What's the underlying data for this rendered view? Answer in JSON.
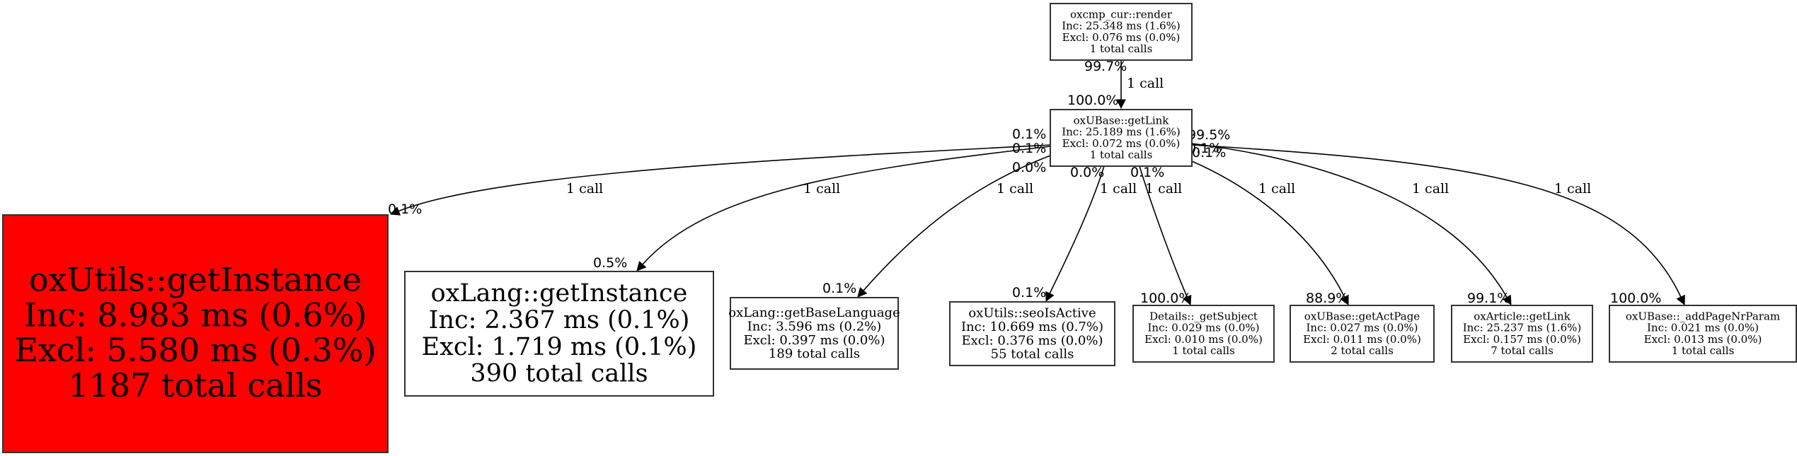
{
  "title": "Call graph for oxcmp_cur::render",
  "colors": {
    "hot_node_fill": "#ff0000",
    "node_fill": "#ffffff",
    "edge": "#000000"
  },
  "nodes": [
    {
      "id": "render",
      "name": "oxcmp_cur::render",
      "inc": "Inc: 25.348 ms (1.6%)",
      "excl": "Excl: 0.076 ms (0.0%)",
      "calls": "1 total calls",
      "hot": false
    },
    {
      "id": "getLink",
      "name": "oxUBase::getLink",
      "inc": "Inc: 25.189 ms (1.6%)",
      "excl": "Excl: 0.072 ms (0.0%)",
      "calls": "1 total calls",
      "hot": false
    },
    {
      "id": "utilsGetInstance",
      "name": "oxUtils::getInstance",
      "inc": "Inc: 8.983 ms (0.6%)",
      "excl": "Excl: 5.580 ms (0.3%)",
      "calls": "1187 total calls",
      "hot": true
    },
    {
      "id": "langGetInstance",
      "name": "oxLang::getInstance",
      "inc": "Inc: 2.367 ms (0.1%)",
      "excl": "Excl: 1.719 ms (0.1%)",
      "calls": "390 total calls",
      "hot": false
    },
    {
      "id": "getBaseLanguage",
      "name": "oxLang::getBaseLanguage",
      "inc": "Inc: 3.596 ms (0.2%)",
      "excl": "Excl: 0.397 ms (0.0%)",
      "calls": "189 total calls",
      "hot": false
    },
    {
      "id": "seoIsActive",
      "name": "oxUtils::seoIsActive",
      "inc": "Inc: 10.669 ms (0.7%)",
      "excl": "Excl: 0.376 ms (0.0%)",
      "calls": "55 total calls",
      "hot": false
    },
    {
      "id": "getSubject",
      "name": "Details::_getSubject",
      "inc": "Inc: 0.029 ms (0.0%)",
      "excl": "Excl: 0.010 ms (0.0%)",
      "calls": "1 total calls",
      "hot": false
    },
    {
      "id": "getActPage",
      "name": "oxUBase::getActPage",
      "inc": "Inc: 0.027 ms (0.0%)",
      "excl": "Excl: 0.011 ms (0.0%)",
      "calls": "2 total calls",
      "hot": false
    },
    {
      "id": "articleGetLink",
      "name": "oxArticle::getLink",
      "inc": "Inc: 25.237 ms (1.6%)",
      "excl": "Excl: 0.157 ms (0.0%)",
      "calls": "7 total calls",
      "hot": false
    },
    {
      "id": "addPageNrParam",
      "name": "oxUBase::_addPageNrParam",
      "inc": "Inc: 0.021 ms (0.0%)",
      "excl": "Excl: 0.013 ms (0.0%)",
      "calls": "1 total calls",
      "hot": false
    }
  ],
  "edges": [
    {
      "from": "render",
      "to": "getLink",
      "label": "1 call",
      "tail_pct": "99.7%",
      "head_pct": "100.0%"
    },
    {
      "from": "getLink",
      "to": "utilsGetInstance",
      "label": "1 call",
      "tail_pct": "0.1%",
      "head_pct": "0.1%"
    },
    {
      "from": "getLink",
      "to": "langGetInstance",
      "label": "1 call",
      "tail_pct": "0.1%",
      "head_pct": "0.5%"
    },
    {
      "from": "getLink",
      "to": "getBaseLanguage",
      "label": "1 call",
      "tail_pct": "0.0%",
      "head_pct": "0.1%"
    },
    {
      "from": "getLink",
      "to": "seoIsActive",
      "label": "1 call",
      "tail_pct": "0.0%",
      "head_pct": "0.1%"
    },
    {
      "from": "getLink",
      "to": "getSubject",
      "label": "1 call",
      "tail_pct": "0.1%",
      "head_pct": "100.0%"
    },
    {
      "from": "getLink",
      "to": "getActPage",
      "label": "1 call",
      "tail_pct": "0.1%",
      "head_pct": "88.9%"
    },
    {
      "from": "getLink",
      "to": "articleGetLink",
      "label": "1 call",
      "tail_pct": "99.5%",
      "head_pct": "99.1%"
    },
    {
      "from": "getLink",
      "to": "addPageNrParam",
      "label": "1 call",
      "tail_pct": "0.1%",
      "head_pct": "100.0%"
    }
  ]
}
